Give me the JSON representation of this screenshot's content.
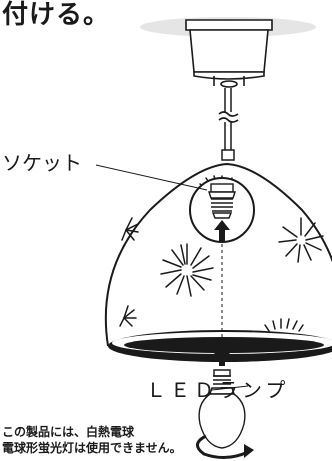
{
  "heading": "付ける。",
  "labels": {
    "socket": "ソケット",
    "led_lamp": "ＬＥＤランプ"
  },
  "warning": {
    "line1": "この製品には、白熱電球",
    "line2": "電球形蛍光灯は使用できません。"
  },
  "colors": {
    "line": "#1a1a1a",
    "ceiling_fill": "#e5e5e5",
    "white": "#ffffff"
  },
  "icons": [
    "ceiling-canopy-icon",
    "cord-icon",
    "socket-icon",
    "shade-icon",
    "firework-pattern-icon",
    "up-arrow-icon",
    "led-bulb-icon",
    "rotate-arrow-icon"
  ]
}
